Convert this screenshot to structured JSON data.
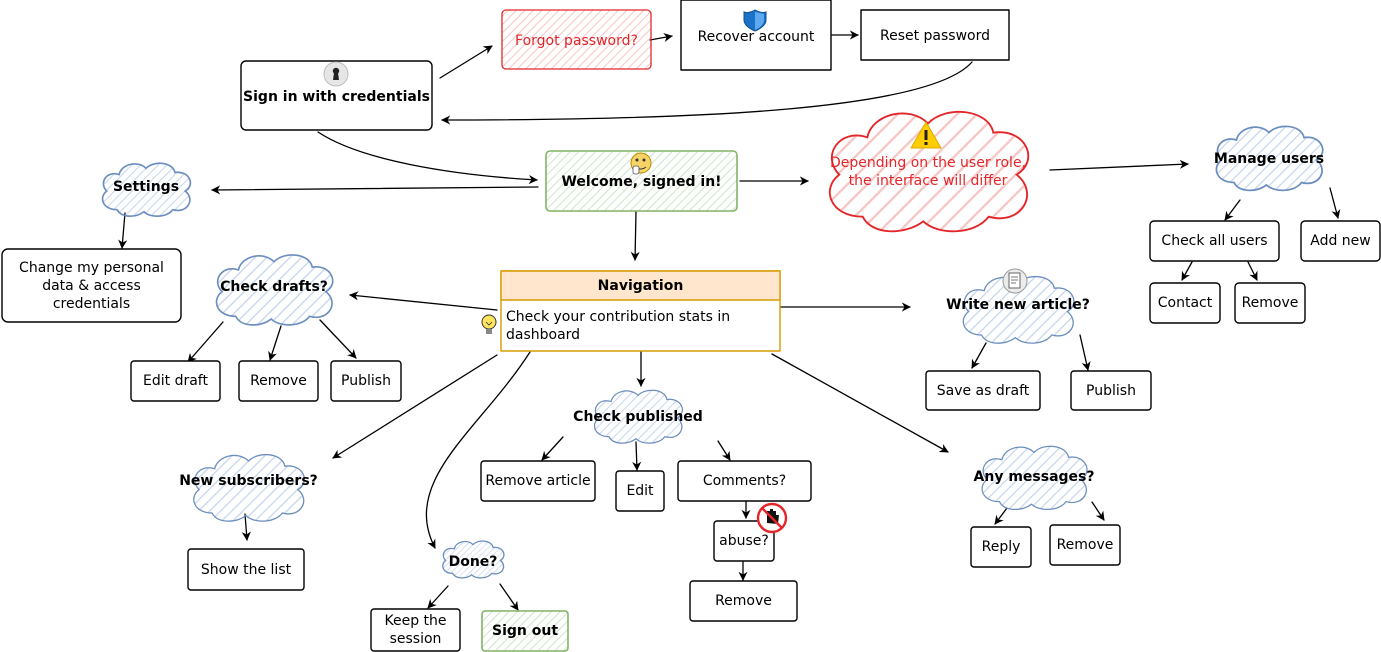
{
  "colors": {
    "ink": "#000000",
    "red": "#e3262a",
    "red_fill": "#f8cecc",
    "green": "#82b366",
    "green_fill": "#d5e8d4",
    "blue": "#6c8ebf",
    "blue_fill": "#dae8fc",
    "orange": "#d79b00",
    "orange_fill": "#ffe6cc",
    "hatch": "#cfd8e8"
  },
  "icons": {
    "lock": "keyhole-icon",
    "shield": "shield-icon",
    "warning": "warning-icon",
    "user": "user-icon",
    "bulb": "lightbulb-icon",
    "document": "document-icon",
    "no_hand": "no-hand-icon"
  },
  "nodes": {
    "sign_in": "Sign in with credentials",
    "forgot_password": "Forgot password?",
    "recover_account": "Recover account",
    "reset_password": "Reset password",
    "welcome": "Welcome, signed in!",
    "role_note": "Depending on the user role,\nthe interface will differ",
    "manage_users": "Manage users",
    "check_all_users": "Check all users",
    "add_new_user": "Add new",
    "contact": "Contact",
    "remove_user": "Remove",
    "settings": "Settings",
    "change_data": "Change my personal\ndata & access\ncredentials",
    "navigation_title": "Navigation",
    "navigation_body": "Check your contribution stats in\ndashboard",
    "check_drafts": "Check drafts?",
    "edit_draft": "Edit draft",
    "remove_draft": "Remove",
    "publish_draft": "Publish",
    "write_article": "Write new article?",
    "save_draft": "Save as draft",
    "publish_article": "Publish",
    "new_subscribers": "New subscribers?",
    "show_list": "Show the list",
    "check_published": "Check published",
    "remove_article": "Remove article",
    "edit_published": "Edit",
    "comments": "Comments?",
    "abuse": "abuse?",
    "remove_comment": "Remove",
    "any_messages": "Any messages?",
    "reply": "Reply",
    "remove_message": "Remove",
    "done": "Done?",
    "keep_session": "Keep the\nsession",
    "sign_out": "Sign out"
  }
}
